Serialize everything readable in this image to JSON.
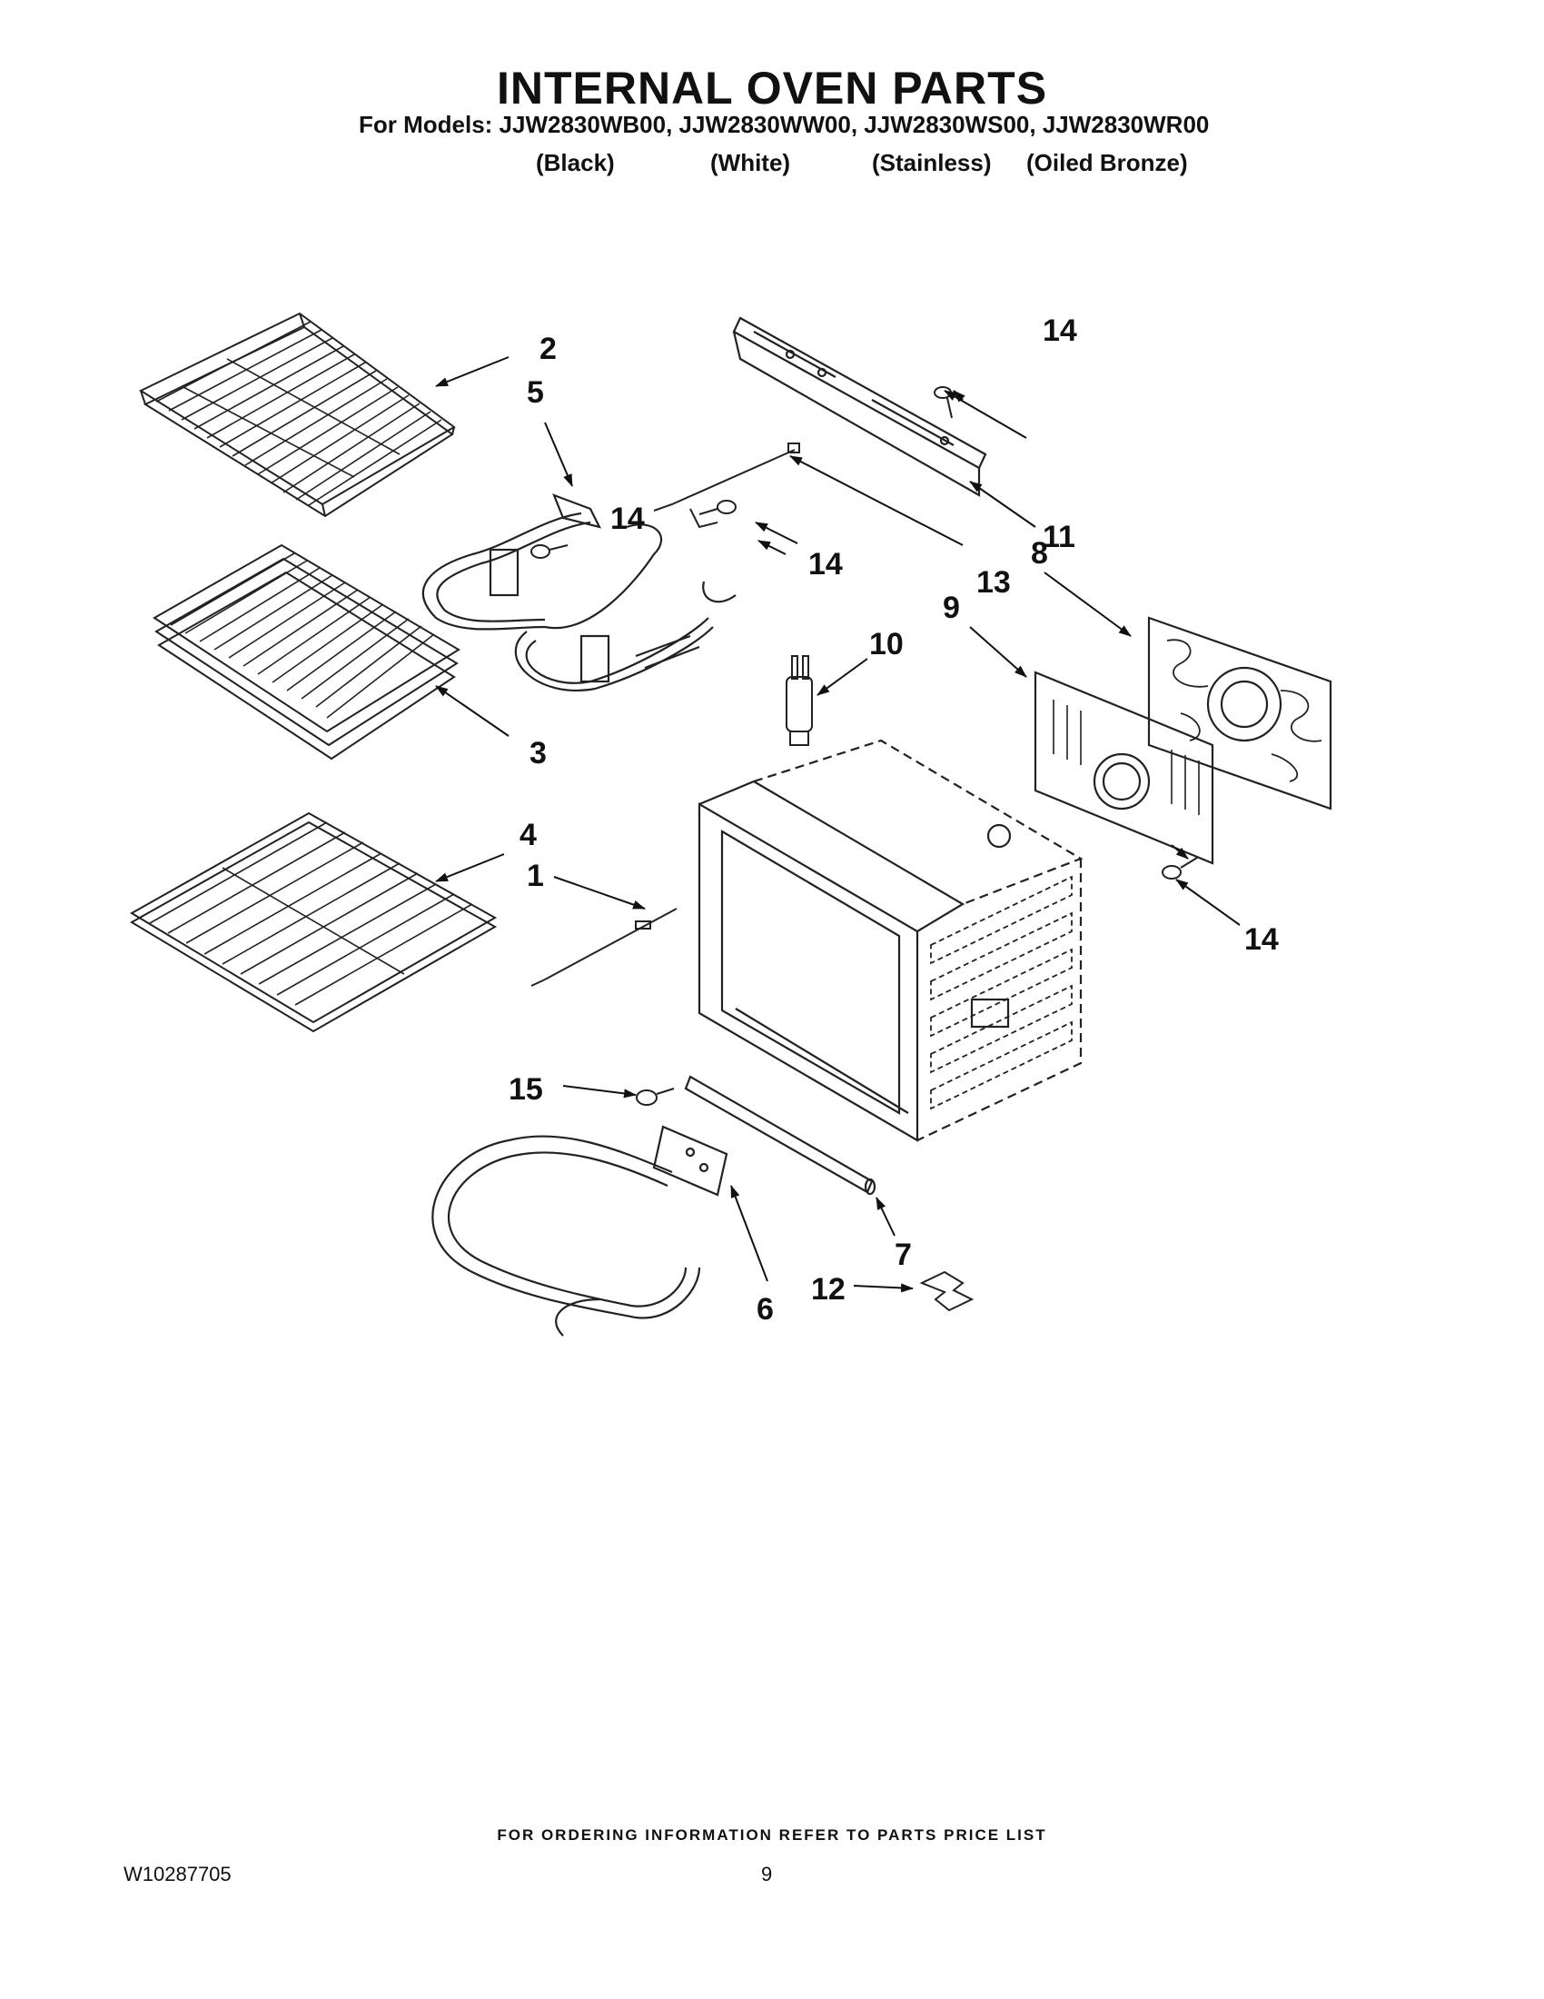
{
  "header": {
    "title": "INTERNAL OVEN PARTS",
    "models_line": "For Models: JJW2830WB00, JJW2830WW00, JJW2830WS00, JJW2830WR00",
    "variants": [
      "(Black)",
      "(White)",
      "(Stainless)",
      "(Oiled Bronze)"
    ]
  },
  "callouts": {
    "c1": "1",
    "c2": "2",
    "c3": "3",
    "c4": "4",
    "c5": "5",
    "c6": "6",
    "c7": "7",
    "c8": "8",
    "c9": "9",
    "c10": "10",
    "c11": "11",
    "c12": "12",
    "c13": "13",
    "c14a": "14",
    "c14b": "14",
    "c14c": "14",
    "c14d": "14",
    "c15": "15"
  },
  "footer": {
    "ordering_note": "FOR ORDERING INFORMATION REFER TO PARTS PRICE LIST",
    "document_number": "W10287705",
    "page_number": "9"
  }
}
